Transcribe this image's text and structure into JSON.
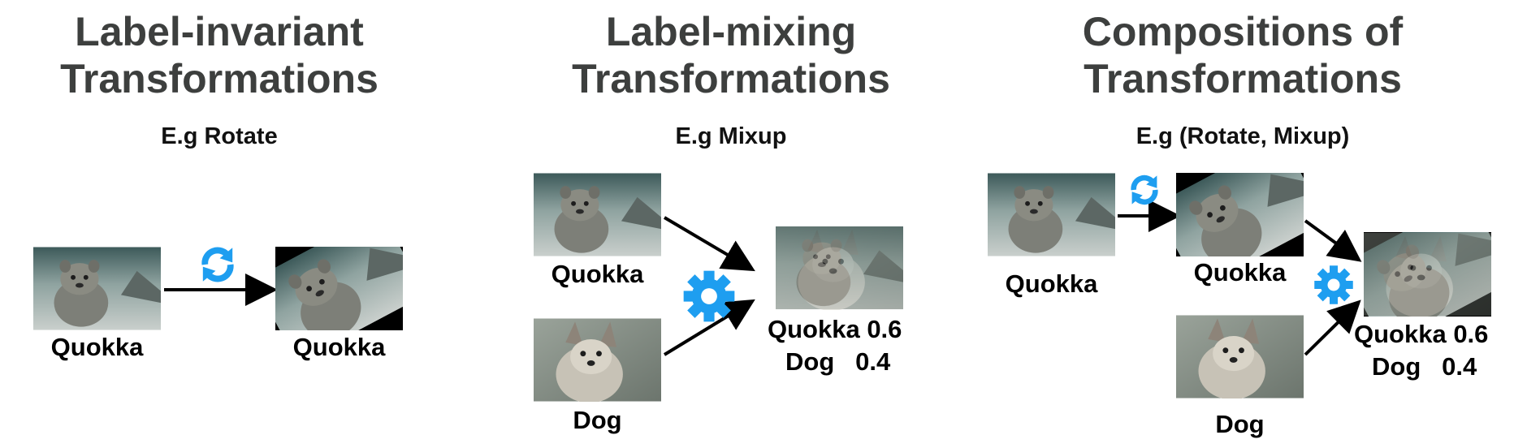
{
  "panels": [
    {
      "title_line1": "Label-invariant",
      "title_line2": "Transformations",
      "subtitle": "E.g Rotate",
      "input_label": "Quokka",
      "output_label": "Quokka",
      "op_icon": "rotate-icon"
    },
    {
      "title_line1": "Label-mixing",
      "title_line2": "Transformations",
      "subtitle": "E.g Mixup",
      "input_label_a": "Quokka",
      "input_label_b": "Dog",
      "output_line1": "Quokka 0.6",
      "output_line2": "Dog   0.4",
      "op_icon": "gear-icon"
    },
    {
      "title_line1": "Compositions of",
      "title_line2": "Transformations",
      "subtitle": "E.g (Rotate, Mixup)",
      "input_label": "Quokka",
      "rotated_label": "Quokka",
      "input_label_b": "Dog",
      "output_line1": "Quokka 0.6",
      "output_line2": "Dog   0.4",
      "op_icons": [
        "rotate-icon",
        "gear-icon"
      ]
    }
  ],
  "colors": {
    "title": "#3d3f3e",
    "icon": "#1e9ef0",
    "arrow": "#000000"
  }
}
